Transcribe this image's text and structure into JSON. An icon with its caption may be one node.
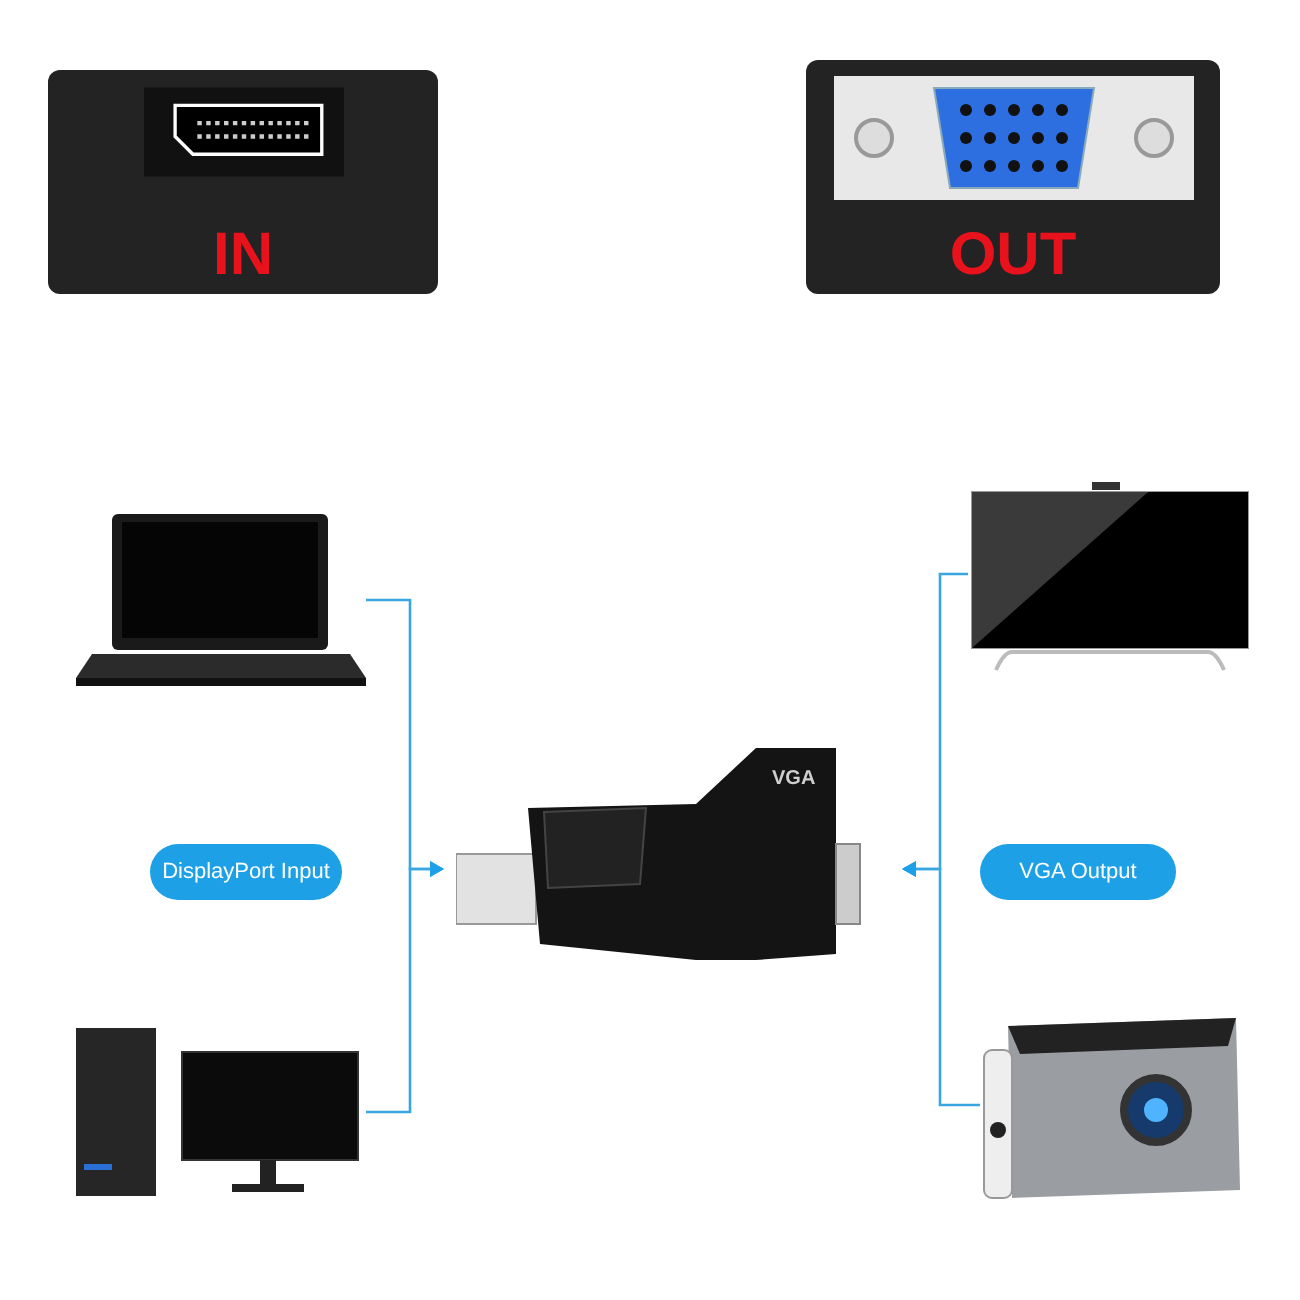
{
  "diagram": {
    "nodes": [
      {
        "text": [
          "IN"
        ]
      },
      {
        "text": [
          "OUT"
        ]
      },
      {
        "text": [],
        "shape": "picture"
      },
      {
        "text": [],
        "shape": "picture"
      },
      {
        "text": [
          "DisplayPort Input"
        ]
      },
      {
        "text": [
          "VGA"
        ]
      },
      {
        "text": [],
        "shape": "picture"
      },
      {
        "text": [],
        "shape": "picture"
      },
      {
        "text": [
          "VGA Output"
        ]
      }
    ],
    "edges": [
      {
        "from": 2,
        "to": 5,
        "arrow": "to"
      },
      {
        "from": 3,
        "to": 5,
        "arrow": "to"
      },
      {
        "from": 6,
        "to": 5,
        "arrow": "to"
      },
      {
        "from": 7,
        "to": 5,
        "arrow": "to"
      }
    ]
  }
}
